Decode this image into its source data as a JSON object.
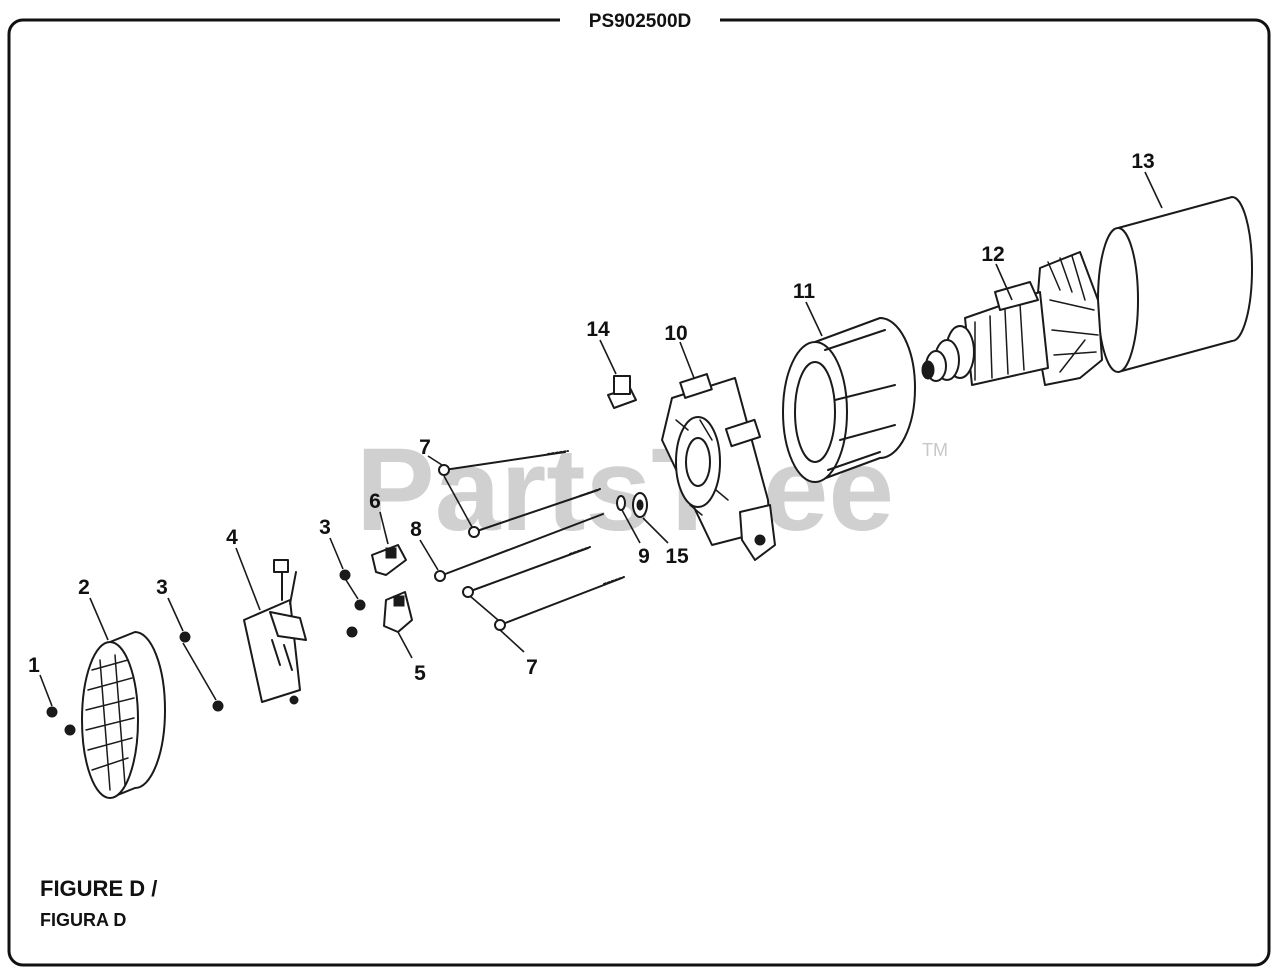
{
  "header": {
    "model": "PS902500D"
  },
  "figure": {
    "line1": "FIGURE D /",
    "line2": "FIGURA D"
  },
  "watermark": {
    "brand": "PartsTree",
    "mark": "TM"
  },
  "callouts": [
    {
      "id": "c1",
      "number": "1"
    },
    {
      "id": "c2",
      "number": "2"
    },
    {
      "id": "c3a",
      "number": "3"
    },
    {
      "id": "c3b",
      "number": "3"
    },
    {
      "id": "c4",
      "number": "4"
    },
    {
      "id": "c5",
      "number": "5"
    },
    {
      "id": "c6",
      "number": "6"
    },
    {
      "id": "c7a",
      "number": "7"
    },
    {
      "id": "c7b",
      "number": "7"
    },
    {
      "id": "c8",
      "number": "8"
    },
    {
      "id": "c9",
      "number": "9"
    },
    {
      "id": "c10",
      "number": "10"
    },
    {
      "id": "c11",
      "number": "11"
    },
    {
      "id": "c12",
      "number": "12"
    },
    {
      "id": "c13",
      "number": "13"
    },
    {
      "id": "c14",
      "number": "14"
    },
    {
      "id": "c15",
      "number": "15"
    }
  ]
}
